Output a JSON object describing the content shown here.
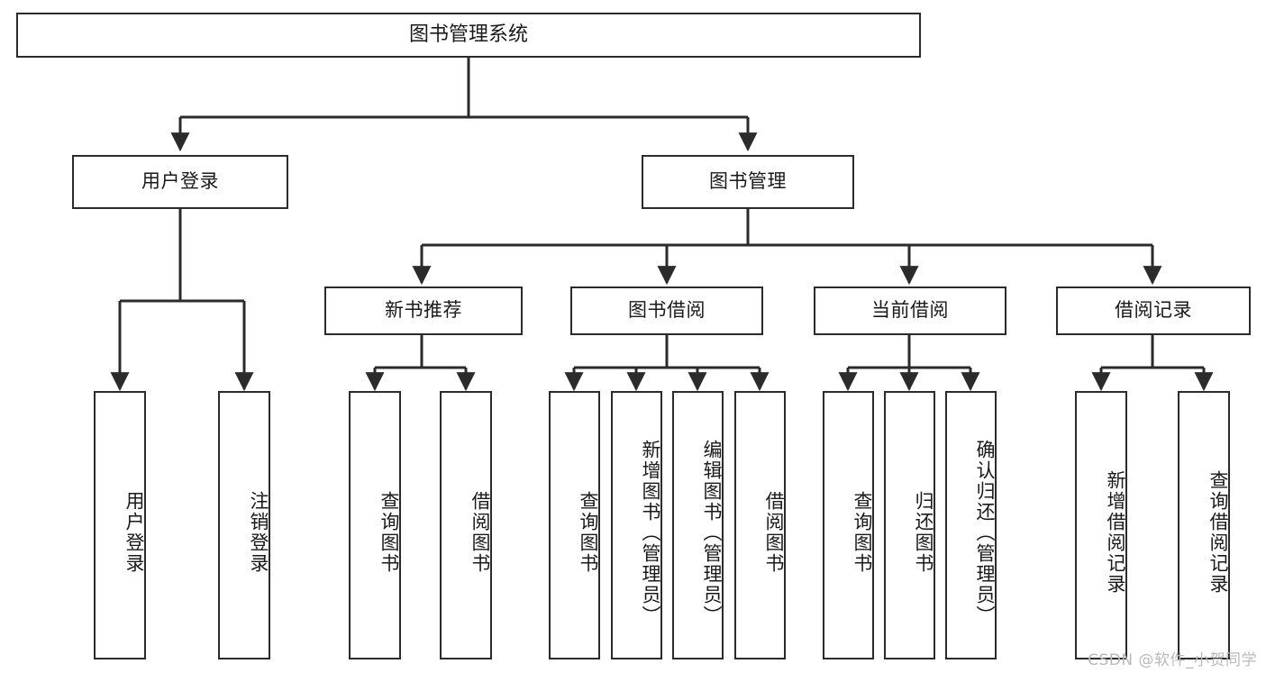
{
  "diagram": {
    "type": "tree-hierarchy-chart",
    "title": "图书管理系统",
    "levels": {
      "root": {
        "label": "图书管理系统"
      },
      "level2": [
        {
          "label": "用户登录"
        },
        {
          "label": "图书管理"
        }
      ],
      "level3": [
        {
          "label": "新书推荐"
        },
        {
          "label": "图书借阅"
        },
        {
          "label": "当前借阅"
        },
        {
          "label": "借阅记录"
        }
      ]
    },
    "leaves": {
      "user_login": [
        {
          "label": "用户登录"
        },
        {
          "label": "注销登录"
        }
      ],
      "new_book_recommend": [
        {
          "label": "查询图书"
        },
        {
          "label": "借阅图书"
        }
      ],
      "book_borrow": [
        {
          "label": "查询图书"
        },
        {
          "label": "新增图书（管理员）"
        },
        {
          "label": "编辑图书（管理员）"
        },
        {
          "label": "借阅图书"
        }
      ],
      "current_borrow": [
        {
          "label": "查询图书"
        },
        {
          "label": "归还图书"
        },
        {
          "label": "确认归还（管理员）"
        }
      ],
      "borrow_record": [
        {
          "label": "新增借阅记录"
        },
        {
          "label": "查询借阅记录"
        }
      ]
    },
    "watermark": "CSDN @软件_小贺同学",
    "colors": {
      "stroke": "#2b2b2b",
      "fill": "#ffffff",
      "text": "#1a1a1a",
      "watermark": "#b9b9b9"
    }
  }
}
